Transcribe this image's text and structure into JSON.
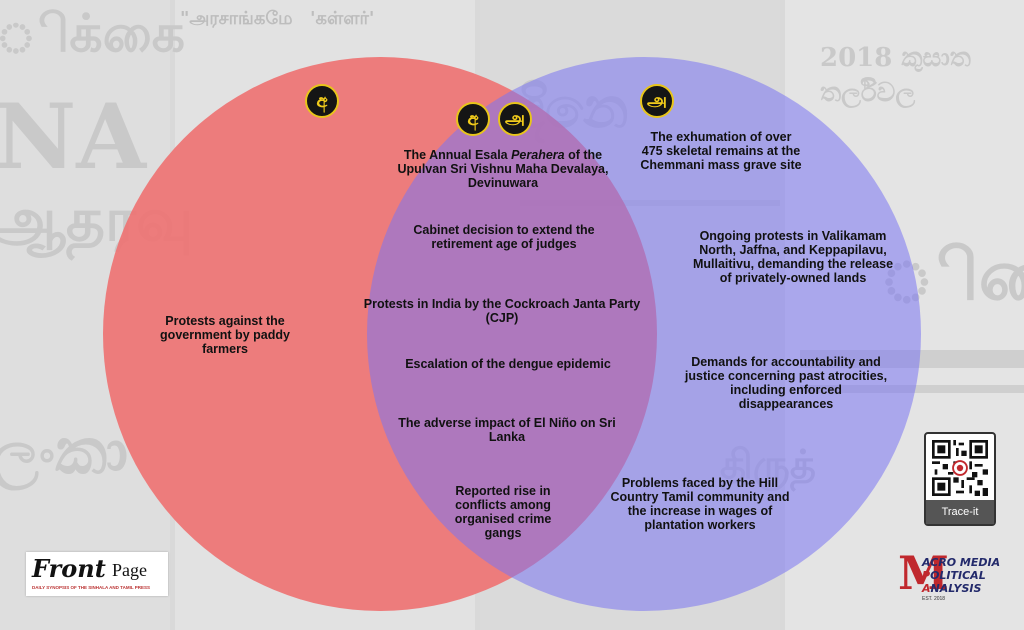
{
  "colors": {
    "left_circle": "#ee7474",
    "right_circle": "#7a74f2",
    "badge_bg": "#151515",
    "badge_ring": "#e8c51a"
  },
  "badges": {
    "sinhala": "අ",
    "tamil": "அ"
  },
  "left_only": [
    "Protests against the government by paddy farmers"
  ],
  "overlap": {
    "item1_pre": "The Annual Esala ",
    "item1_em": "Perahera",
    "item1_post": " of the Upulvan Sri Vishnu Maha Devalaya, Devinuwara",
    "item2": "Cabinet decision to extend the retirement age of judges",
    "item3": "Protests in India by the Cockroach Janta Party (CJP)",
    "item4": "Escalation of the dengue epidemic",
    "item5": "The adverse impact of El Niño on Sri Lanka",
    "item6": "Reported rise in conflicts among organised crime gangs"
  },
  "right_only": [
    "The exhumation of over 475 skeletal remains at the Chemmani mass grave site",
    "Ongoing protests in Valikamam North, Jaffna, and Keppapilavu, Mullaitivu, demanding the release of privately-owned lands",
    "Demands for accountability and justice concerning past atrocities, including enforced disappearances",
    "Problems faced by the Hill Country Tamil community and the increase in wages of plantation workers"
  ],
  "logos": {
    "frontpage_front": "Front",
    "frontpage_page": "Page",
    "frontpage_tag": "DAILY SYNOPSIS OF THE SINHALA AND TAMIL PRESS",
    "qr_label": "Trace-it",
    "amp_line1": "ACRO MEDIA",
    "amp_line2": "OLITICAL",
    "amp_line3": "NALYSIS",
    "amp_est": "EST. 2018"
  }
}
